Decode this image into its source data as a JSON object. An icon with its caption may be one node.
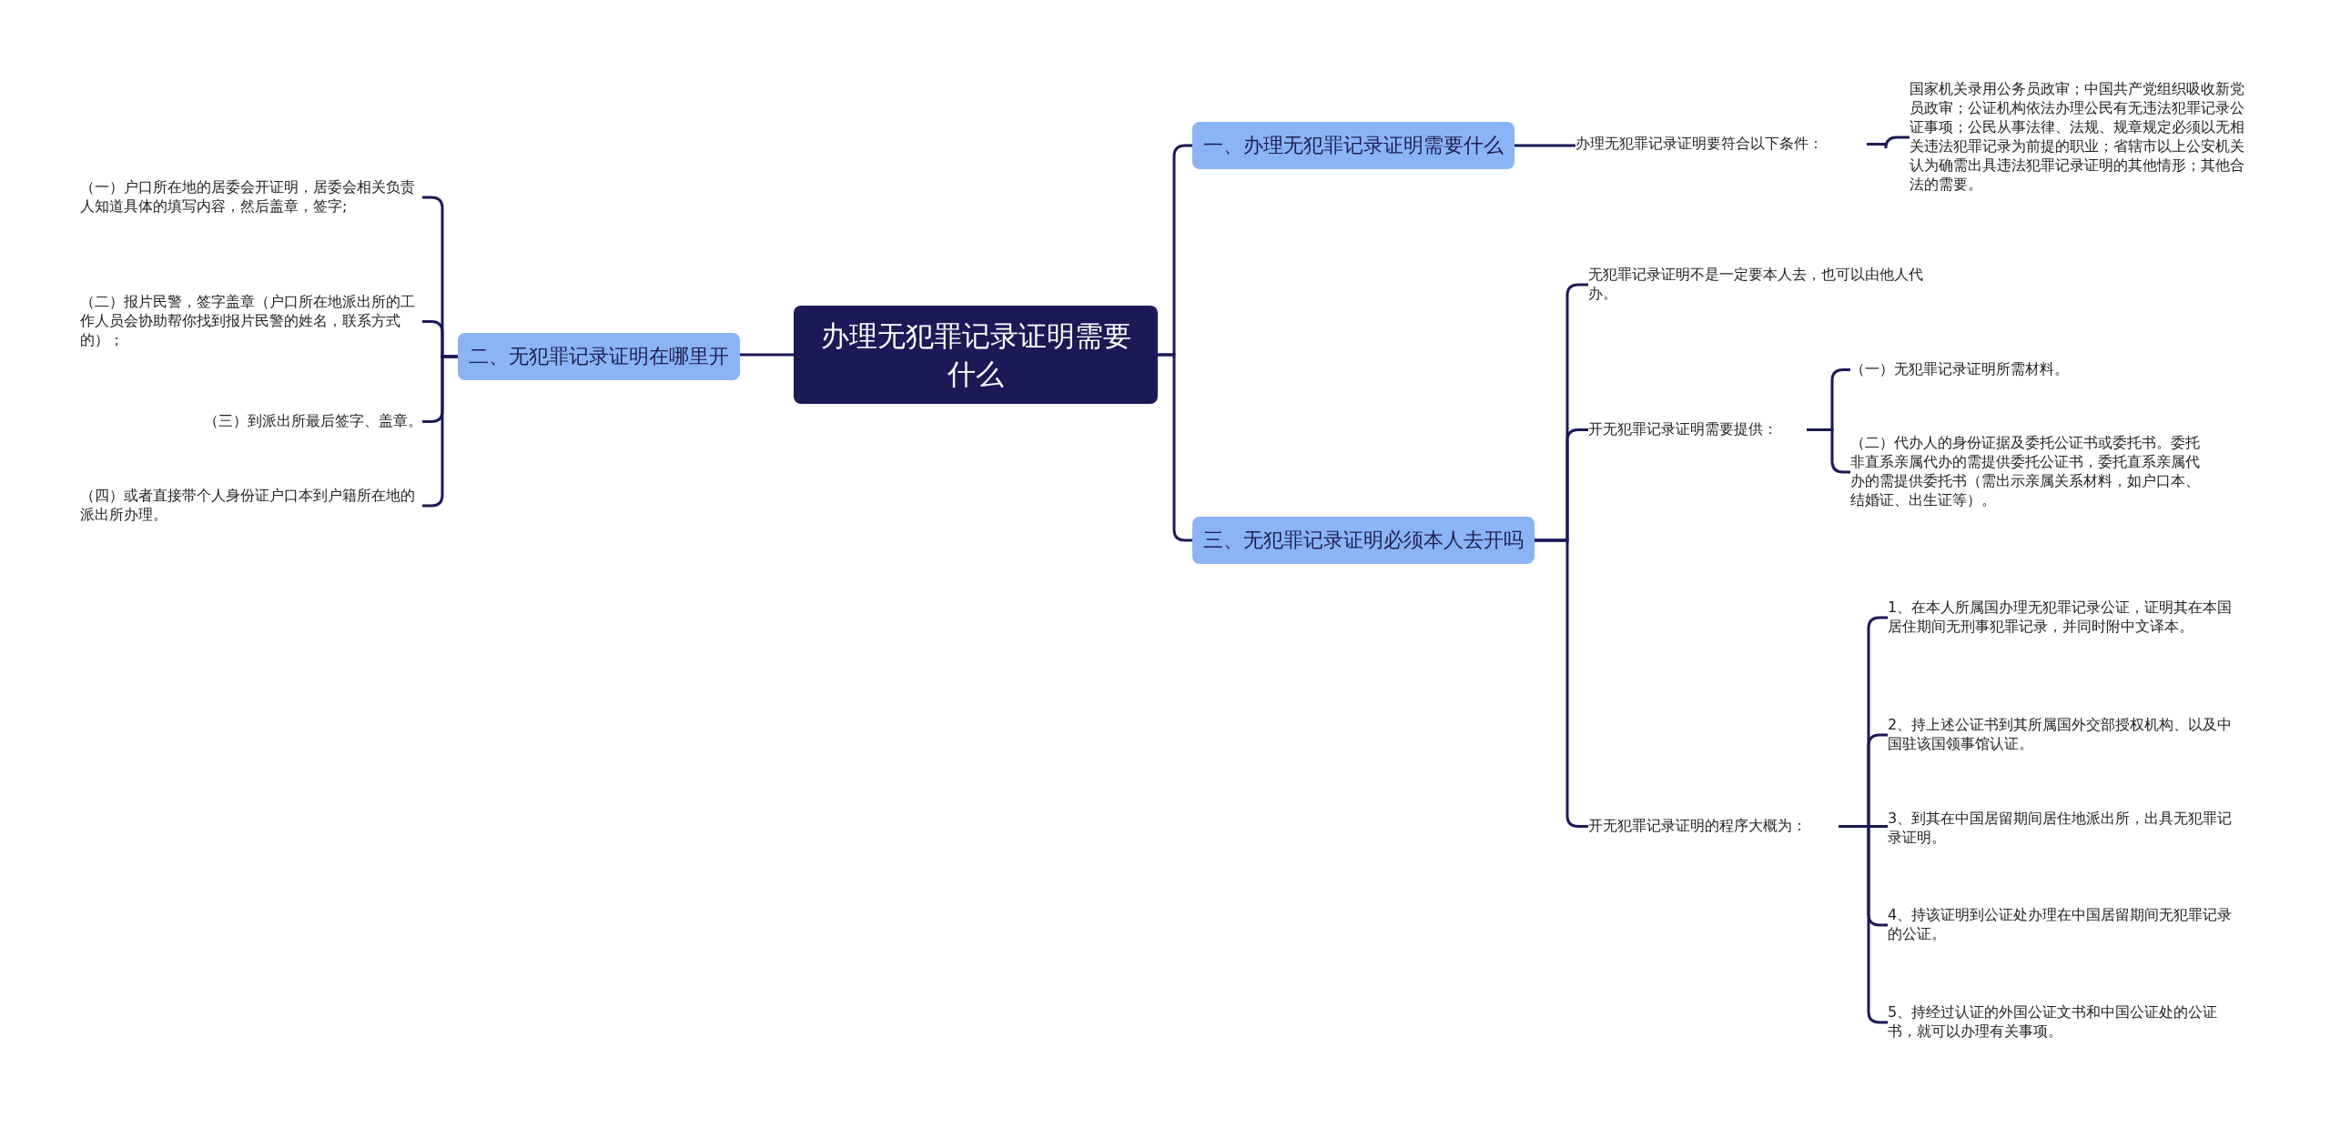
{
  "diagram": {
    "nodes": [
      {
        "text": [
          "办理无犯罪记录证明需要什么"
        ]
      },
      {
        "text": [
          "一、办理无犯罪记录证明需要什么"
        ]
      },
      {
        "text": [
          "办理无犯罪记录证明要符合以下条件："
        ]
      },
      {
        "text": [
          "国家机关录用公务员政审；中国共产党组织吸收新党员政审；公证机构依法办理公民有无违法犯罪记录公证事项；公民从事法律、法规、规章规定必须以无相关违法犯罪记录为前提的职业；省辖市以上公安机关认为确需出具违法犯罪记录证明的其他情形；其他合法的需要。"
        ]
      },
      {
        "text": [
          "二、无犯罪记录证明在哪里开"
        ]
      },
      {
        "text": [
          "（一）户口所在地的居委会开证明，居委会相关负责人知道具体的填写内容，然后盖章，签字;"
        ]
      },
      {
        "text": [
          "（二）报片民警，签字盖章（户口所在地派出所的工作人员会协助帮你找到报片民警的姓名，联系方式的）；"
        ]
      },
      {
        "text": [
          "（三）到派出所最后签字、盖章。"
        ]
      },
      {
        "text": [
          "（四）或者直接带个人身份证户口本到户籍所在地的派出所办理。"
        ]
      },
      {
        "text": [
          "三、无犯罪记录证明必须本人去开吗"
        ]
      },
      {
        "text": [
          "无犯罪记录证明不是一定要本人去，也可以由他人代办。"
        ]
      },
      {
        "text": [
          "开无犯罪记录证明需要提供："
        ]
      },
      {
        "text": [
          "（一）无犯罪记录证明所需材料。"
        ]
      },
      {
        "text": [
          "（二）代办人的身份证据及委托公证书或委托书。委托非直系亲属代办的需提供委托公证书，委托直系亲属代办的需提供委托书（需出示亲属关系材料，如户口本、结婚证、出生证等）。"
        ]
      },
      {
        "text": [
          "开无犯罪记录证明的程序大概为："
        ]
      },
      {
        "text": [
          "1、在本人所属国办理无犯罪记录公证，证明其在本国居住期间无刑事犯罪记录，并同时附中文译本。"
        ]
      },
      {
        "text": [
          "2、持上述公证书到其所属国外交部授权机构、以及中国驻该国领事馆认证。"
        ]
      },
      {
        "text": [
          "3、到其在中国居留期间居住地派出所，出具无犯罪记录证明。"
        ]
      },
      {
        "text": [
          "4、持该证明到公证处办理在中国居留期间无犯罪记录的公证。"
        ]
      },
      {
        "text": [
          "5、持经过认证的外国公证文书和中国公证处的公证书，就可以办理有关事项。"
        ]
      }
    ],
    "edges": [
      {
        "from": 0,
        "to": 1,
        "arrow": "none"
      },
      {
        "from": 0,
        "to": 4,
        "arrow": "none"
      },
      {
        "from": 0,
        "to": 9,
        "arrow": "none"
      },
      {
        "from": 1,
        "to": 2,
        "arrow": "none"
      },
      {
        "from": 2,
        "to": 3,
        "arrow": "none"
      },
      {
        "from": 4,
        "to": 5,
        "arrow": "none"
      },
      {
        "from": 4,
        "to": 6,
        "arrow": "none"
      },
      {
        "from": 4,
        "to": 7,
        "arrow": "none"
      },
      {
        "from": 4,
        "to": 8,
        "arrow": "none"
      },
      {
        "from": 9,
        "to": 10,
        "arrow": "none"
      },
      {
        "from": 9,
        "to": 11,
        "arrow": "none"
      },
      {
        "from": 11,
        "to": 12,
        "arrow": "none"
      },
      {
        "from": 11,
        "to": 13,
        "arrow": "none"
      },
      {
        "from": 9,
        "to": 14,
        "arrow": "none"
      },
      {
        "from": 14,
        "to": 15,
        "arrow": "none"
      },
      {
        "from": 14,
        "to": 16,
        "arrow": "none"
      },
      {
        "from": 14,
        "to": 17,
        "arrow": "none"
      },
      {
        "from": 14,
        "to": 18,
        "arrow": "none"
      },
      {
        "from": 14,
        "to": 19,
        "arrow": "none"
      }
    ]
  }
}
